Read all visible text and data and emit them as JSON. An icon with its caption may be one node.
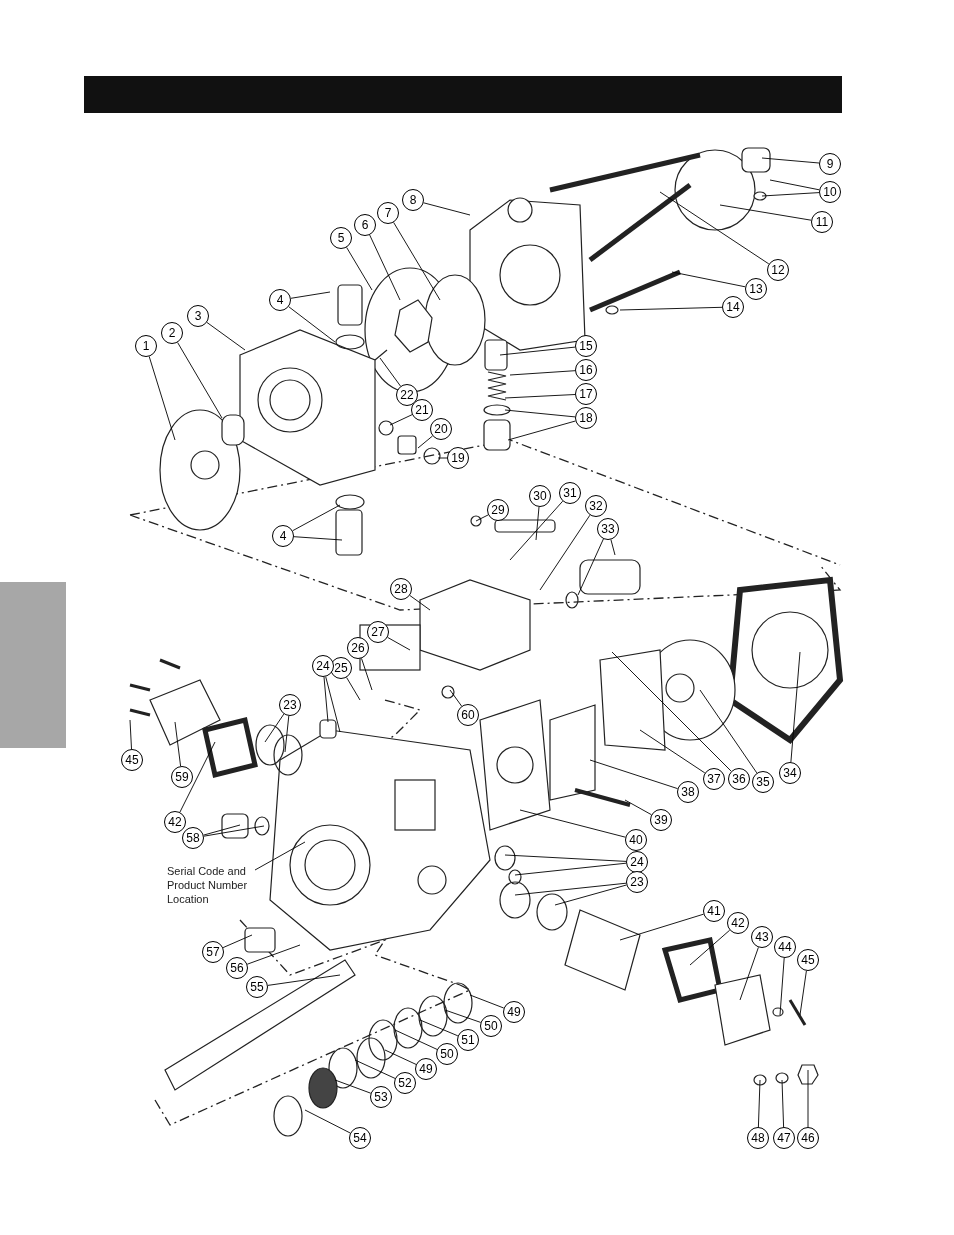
{
  "diagram": {
    "nodes": [
      {
        "text": [
          "1"
        ]
      },
      {
        "text": [
          "2"
        ]
      },
      {
        "text": [
          "3"
        ]
      },
      {
        "text": [
          "4"
        ]
      },
      {
        "text": [
          "5"
        ]
      },
      {
        "text": [
          "6"
        ]
      },
      {
        "text": [
          "7"
        ]
      },
      {
        "text": [
          "8"
        ]
      },
      {
        "text": [
          "9"
        ]
      },
      {
        "text": [
          "10"
        ]
      },
      {
        "text": [
          "11"
        ]
      },
      {
        "text": [
          "12"
        ]
      },
      {
        "text": [
          "13"
        ]
      },
      {
        "text": [
          "14"
        ]
      },
      {
        "text": [
          "15"
        ]
      },
      {
        "text": [
          "16"
        ]
      },
      {
        "text": [
          "17"
        ]
      },
      {
        "text": [
          "18"
        ]
      },
      {
        "text": [
          "19"
        ]
      },
      {
        "text": [
          "20"
        ]
      },
      {
        "text": [
          "21"
        ]
      },
      {
        "text": [
          "22"
        ]
      },
      {
        "text": [
          "4"
        ]
      },
      {
        "text": [
          "29"
        ]
      },
      {
        "text": [
          "30"
        ]
      },
      {
        "text": [
          "31"
        ]
      },
      {
        "text": [
          "32"
        ]
      },
      {
        "text": [
          "33"
        ]
      },
      {
        "text": [
          "28"
        ]
      },
      {
        "text": [
          "27"
        ]
      },
      {
        "text": [
          "26"
        ]
      },
      {
        "text": [
          "25"
        ]
      },
      {
        "text": [
          "60"
        ]
      },
      {
        "text": [
          "24"
        ]
      },
      {
        "text": [
          "23"
        ]
      },
      {
        "text": [
          "34"
        ]
      },
      {
        "text": [
          "35"
        ]
      },
      {
        "text": [
          "36"
        ]
      },
      {
        "text": [
          "37"
        ]
      },
      {
        "text": [
          "38"
        ]
      },
      {
        "text": [
          "39"
        ]
      },
      {
        "text": [
          "40"
        ]
      },
      {
        "text": [
          "45"
        ]
      },
      {
        "text": [
          "59"
        ]
      },
      {
        "text": [
          "42"
        ]
      },
      {
        "text": [
          "58"
        ]
      },
      {
        "text": [
          "Serial Code and Product Number Location"
        ]
      },
      {
        "text": [
          "24"
        ]
      },
      {
        "text": [
          "23"
        ]
      },
      {
        "text": [
          "57"
        ]
      },
      {
        "text": [
          "56"
        ]
      },
      {
        "text": [
          "55"
        ]
      },
      {
        "text": [
          "41"
        ]
      },
      {
        "text": [
          "42"
        ]
      },
      {
        "text": [
          "43"
        ]
      },
      {
        "text": [
          "44"
        ]
      },
      {
        "text": [
          "45"
        ]
      },
      {
        "text": [
          "49"
        ]
      },
      {
        "text": [
          "50"
        ]
      },
      {
        "text": [
          "51"
        ]
      },
      {
        "text": [
          "50"
        ]
      },
      {
        "text": [
          "49"
        ]
      },
      {
        "text": [
          "52"
        ]
      },
      {
        "text": [
          "53"
        ]
      },
      {
        "text": [
          "54"
        ]
      },
      {
        "text": [
          "48"
        ]
      },
      {
        "text": [
          "47"
        ]
      },
      {
        "text": [
          "46"
        ]
      },
      {
        "text": [],
        "shape": "box"
      }
    ],
    "edges": [
      {
        "from": 0,
        "to": null,
        "arrow": "none"
      },
      {
        "from": 1,
        "to": null,
        "arrow": "none"
      },
      {
        "from": 2,
        "to": null,
        "arrow": "none"
      },
      {
        "from": 3,
        "to": null,
        "arrow": "none"
      },
      {
        "from": 3,
        "to": null,
        "arrow": "none"
      },
      {
        "from": 4,
        "to": null,
        "arrow": "none"
      },
      {
        "from": 5,
        "to": null,
        "arrow": "none"
      },
      {
        "from": 6,
        "to": null,
        "arrow": "none"
      },
      {
        "from": 7,
        "to": null,
        "arrow": "none"
      },
      {
        "from": 8,
        "to": null,
        "arrow": "none"
      },
      {
        "from": 9,
        "to": null,
        "arrow": "none"
      },
      {
        "from": 9,
        "to": null,
        "arrow": "none"
      },
      {
        "from": 10,
        "to": null,
        "arrow": "none"
      },
      {
        "from": 11,
        "to": null,
        "arrow": "none"
      },
      {
        "from": 12,
        "to": null,
        "arrow": "none"
      },
      {
        "from": 13,
        "to": null,
        "arrow": "none"
      },
      {
        "from": 14,
        "to": null,
        "arrow": "none"
      },
      {
        "from": 15,
        "to": null,
        "arrow": "none"
      },
      {
        "from": 16,
        "to": null,
        "arrow": "none"
      },
      {
        "from": 17,
        "to": null,
        "arrow": "none"
      },
      {
        "from": 17,
        "to": null,
        "arrow": "none"
      },
      {
        "from": 18,
        "to": null,
        "arrow": "none"
      },
      {
        "from": 19,
        "to": null,
        "arrow": "none"
      },
      {
        "from": 20,
        "to": null,
        "arrow": "none"
      },
      {
        "from": 21,
        "to": null,
        "arrow": "none"
      },
      {
        "from": 22,
        "to": null,
        "arrow": "none"
      },
      {
        "from": 22,
        "to": null,
        "arrow": "none"
      },
      {
        "from": 23,
        "to": null,
        "arrow": "none"
      },
      {
        "from": 24,
        "to": null,
        "arrow": "none"
      },
      {
        "from": 25,
        "to": null,
        "arrow": "none"
      },
      {
        "from": 26,
        "to": null,
        "arrow": "none"
      },
      {
        "from": 27,
        "to": null,
        "arrow": "none"
      },
      {
        "from": 27,
        "to": null,
        "arrow": "none"
      },
      {
        "from": 28,
        "to": null,
        "arrow": "none"
      },
      {
        "from": 29,
        "to": null,
        "arrow": "none"
      },
      {
        "from": 30,
        "to": null,
        "arrow": "none"
      },
      {
        "from": 31,
        "to": null,
        "arrow": "none"
      },
      {
        "from": 32,
        "to": null,
        "arrow": "none"
      },
      {
        "from": 33,
        "to": null,
        "arrow": "none"
      },
      {
        "from": 33,
        "to": null,
        "arrow": "none"
      },
      {
        "from": 34,
        "to": null,
        "arrow": "none"
      },
      {
        "from": 34,
        "to": null,
        "arrow": "none"
      },
      {
        "from": 35,
        "to": null,
        "arrow": "none"
      },
      {
        "from": 36,
        "to": null,
        "arrow": "none"
      },
      {
        "from": 37,
        "to": null,
        "arrow": "none"
      },
      {
        "from": 38,
        "to": null,
        "arrow": "none"
      },
      {
        "from": 39,
        "to": null,
        "arrow": "none"
      },
      {
        "from": 40,
        "to": null,
        "arrow": "none"
      },
      {
        "from": 41,
        "to": null,
        "arrow": "none"
      },
      {
        "from": 42,
        "to": null,
        "arrow": "none"
      },
      {
        "from": 43,
        "to": null,
        "arrow": "none"
      },
      {
        "from": 44,
        "to": null,
        "arrow": "none"
      },
      {
        "from": 45,
        "to": null,
        "arrow": "none"
      },
      {
        "from": 45,
        "to": null,
        "arrow": "none"
      },
      {
        "from": 46,
        "to": null,
        "arrow": "none"
      },
      {
        "from": 47,
        "to": null,
        "arrow": "none"
      },
      {
        "from": 47,
        "to": null,
        "arrow": "none"
      },
      {
        "from": 48,
        "to": null,
        "arrow": "none"
      },
      {
        "from": 48,
        "to": null,
        "arrow": "none"
      },
      {
        "from": 49,
        "to": null,
        "arrow": "none"
      },
      {
        "from": 50,
        "to": null,
        "arrow": "none"
      },
      {
        "from": 51,
        "to": null,
        "arrow": "none"
      },
      {
        "from": 52,
        "to": null,
        "arrow": "none"
      },
      {
        "from": 53,
        "to": null,
        "arrow": "none"
      },
      {
        "from": 54,
        "to": null,
        "arrow": "none"
      },
      {
        "from": 55,
        "to": null,
        "arrow": "none"
      },
      {
        "from": 56,
        "to": null,
        "arrow": "none"
      },
      {
        "from": 57,
        "to": null,
        "arrow": "none"
      },
      {
        "from": 58,
        "to": null,
        "arrow": "none"
      },
      {
        "from": 59,
        "to": null,
        "arrow": "none"
      },
      {
        "from": 60,
        "to": null,
        "arrow": "none"
      },
      {
        "from": 61,
        "to": null,
        "arrow": "none"
      },
      {
        "from": 62,
        "to": null,
        "arrow": "none"
      },
      {
        "from": 63,
        "to": null,
        "arrow": "none"
      },
      {
        "from": 64,
        "to": null,
        "arrow": "none"
      },
      {
        "from": 65,
        "to": null,
        "arrow": "none"
      },
      {
        "from": 66,
        "to": null,
        "arrow": "none"
      },
      {
        "from": 67,
        "to": null,
        "arrow": "none"
      }
    ]
  }
}
